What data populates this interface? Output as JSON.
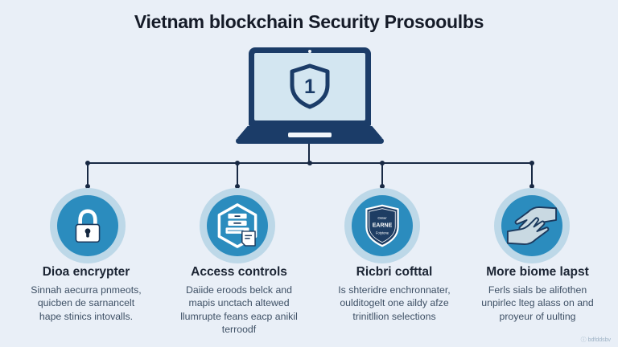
{
  "title": "Vietnam blockchain Security Prosooulbs",
  "laptop": {
    "shield_number": "1"
  },
  "badge": {
    "top": "Onter",
    "middle": "EARNE",
    "bottom": "Fotytone"
  },
  "cards": [
    {
      "title": "Dioa encrypter",
      "lines": [
        "Sinnah aecurra pnmeots,",
        "quicben de sarnancelt",
        "hape stinics intovalls."
      ]
    },
    {
      "title": "Access controls",
      "lines": [
        "Daiide eroods belck and",
        "mapis unctach altewed",
        "llumrupte feans eacp anikil",
        "terroodf"
      ]
    },
    {
      "title": "Ricbri cofttal",
      "lines": [
        "Is shteridre enchronnater,",
        "oulditogelt one aildy afze",
        "trinitllion selections"
      ]
    },
    {
      "title": "More biome lapst",
      "lines": [
        "Ferls sials be alifothen",
        "unpirlec lteg alass on and",
        "proyeur of uulting"
      ]
    }
  ],
  "watermark": "ⓘ bdfddsbv",
  "colors": {
    "background": "#e9eff7",
    "navy": "#1b3c68",
    "connector": "#182944",
    "circle_ring": "#bdd8e8",
    "circle_fill": "#2b8cbe",
    "title_text": "#151b28",
    "body_text": "#3e5065"
  }
}
